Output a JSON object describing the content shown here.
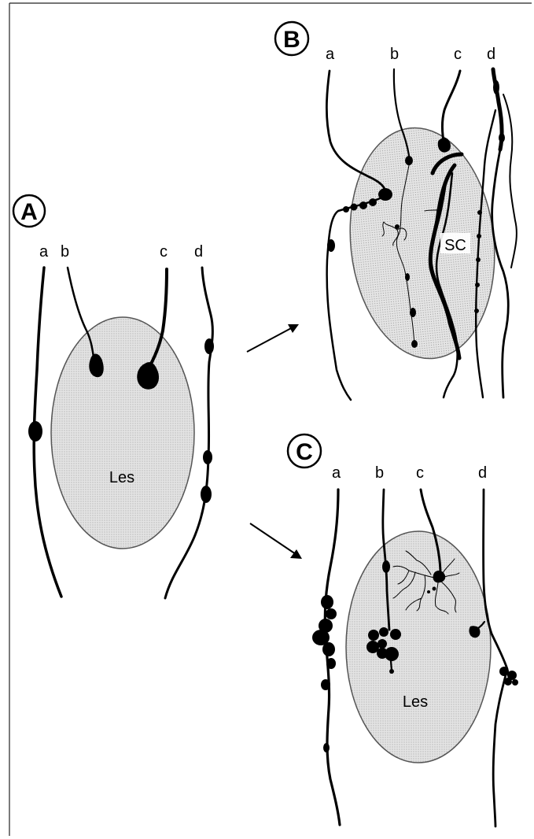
{
  "panels": {
    "A": {
      "label": "A",
      "lesion_label": "Les",
      "fibers": [
        "a",
        "b",
        "c",
        "d"
      ]
    },
    "B": {
      "label": "B",
      "lesion_label": "SC",
      "fibers": [
        "a",
        "b",
        "c",
        "d"
      ]
    },
    "C": {
      "label": "C",
      "lesion_label": "Les",
      "fibers": [
        "a",
        "b",
        "c",
        "d"
      ]
    }
  }
}
